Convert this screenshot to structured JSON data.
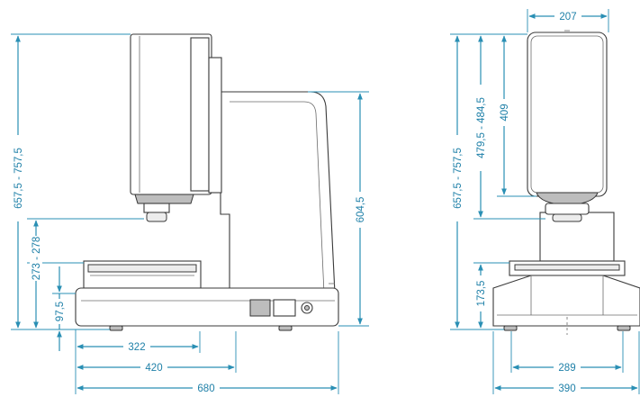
{
  "colors": {
    "dimension": "#2a8fb4",
    "outline": "#3a3a3a",
    "background": "#ffffff"
  },
  "dimensions": {
    "side_height_total": "657,5 - 757,5",
    "side_stage_height": "273 - 278",
    "side_base_height": "97,5",
    "side_column_height": "604,5",
    "side_depth_small": "322",
    "side_depth_mid": "420",
    "side_depth_total": "680",
    "front_width_top": "207",
    "front_height_total": "657,5 - 757,5",
    "front_head_range": "479,5 - 484,5",
    "front_head_height": "409",
    "front_stage_height": "173,5",
    "front_base_inner": "289",
    "front_base_width": "390"
  }
}
